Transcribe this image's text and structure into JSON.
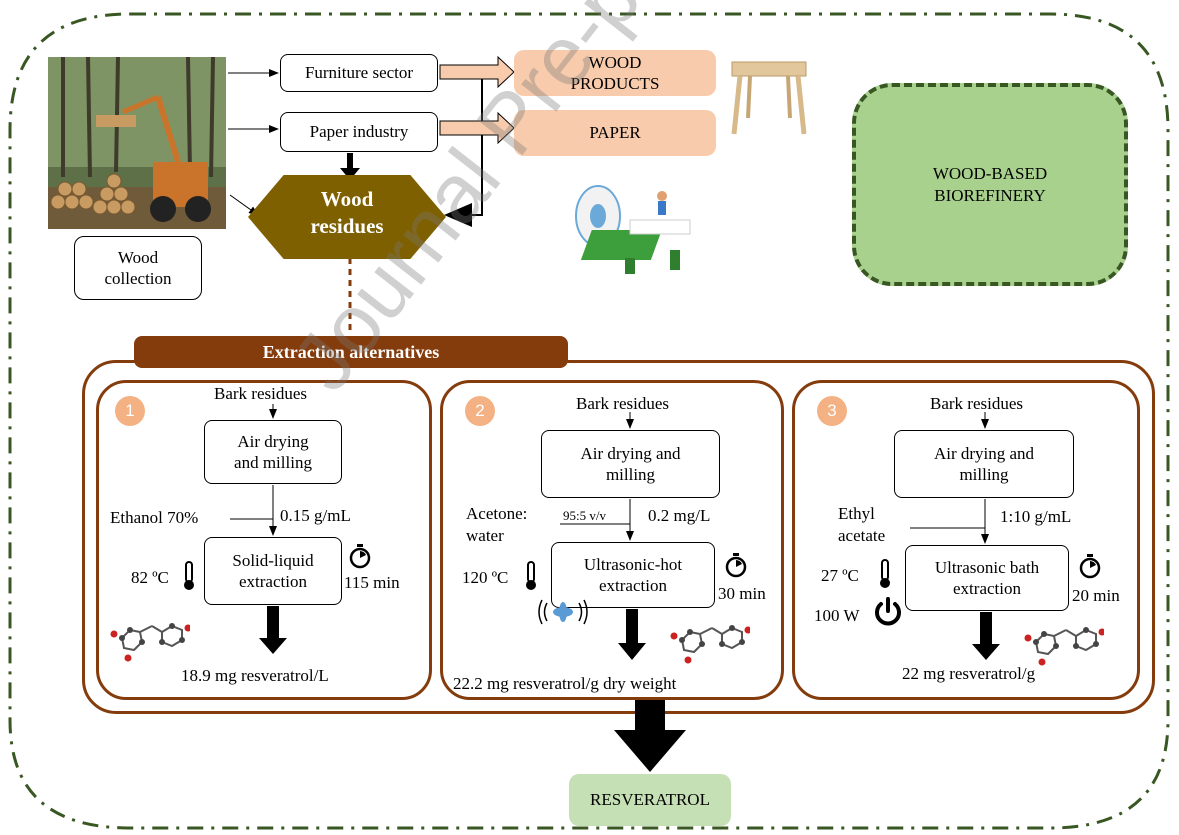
{
  "top": {
    "wood_collection": "Wood\ncollection",
    "furniture_sector": "Furniture sector",
    "paper_industry": "Paper industry",
    "wood_products": "WOOD\nPRODUCTS",
    "paper": "PAPER",
    "wood_residues": "Wood\nresidues",
    "biorefinery": "WOOD-BASED\nBIOREFINERY"
  },
  "extraction_header": "Extraction alternatives",
  "alternatives": [
    {
      "number": "1",
      "input": "Bark residues",
      "step1": "Air drying\nand milling",
      "solvent": "Ethanol 70%",
      "ratio": "0.15 g/mL",
      "step2": "Solid-liquid\nextraction",
      "temperature": "82 ºC",
      "time": "115 min",
      "result": "18.9 mg resveratrol/L"
    },
    {
      "number": "2",
      "input": "Bark residues",
      "step1": "Air drying and\nmilling",
      "solvent": "Acetone:\nwater",
      "solvent_ratio": "95:5 v/v",
      "ratio": "0.2 mg/L",
      "step2": "Ultrasonic-hot\nextraction",
      "temperature": "120 ºC",
      "time": "30 min",
      "result": "22.2 mg resveratrol/g dry weight"
    },
    {
      "number": "3",
      "input": "Bark residues",
      "step1": "Air drying and\nmilling",
      "solvent": "Ethyl\nacetate",
      "ratio": "1:10 g/mL",
      "step2": "Ultrasonic bath\nextraction",
      "temperature": "27 ºC",
      "power": "100 W",
      "time": "20 min",
      "result": "22 mg resveratrol/g"
    }
  ],
  "final_product": "RESVERATROL",
  "watermark": "Journal Pre-proof",
  "colors": {
    "green_dashed": "#385723",
    "green_fill": "#a9d18e",
    "brown": "#843c0c",
    "hexagon": "#7f6000",
    "peach": "#f8cbad",
    "number_badge": "#f4b183",
    "result_fill": "#c5e0b4"
  }
}
